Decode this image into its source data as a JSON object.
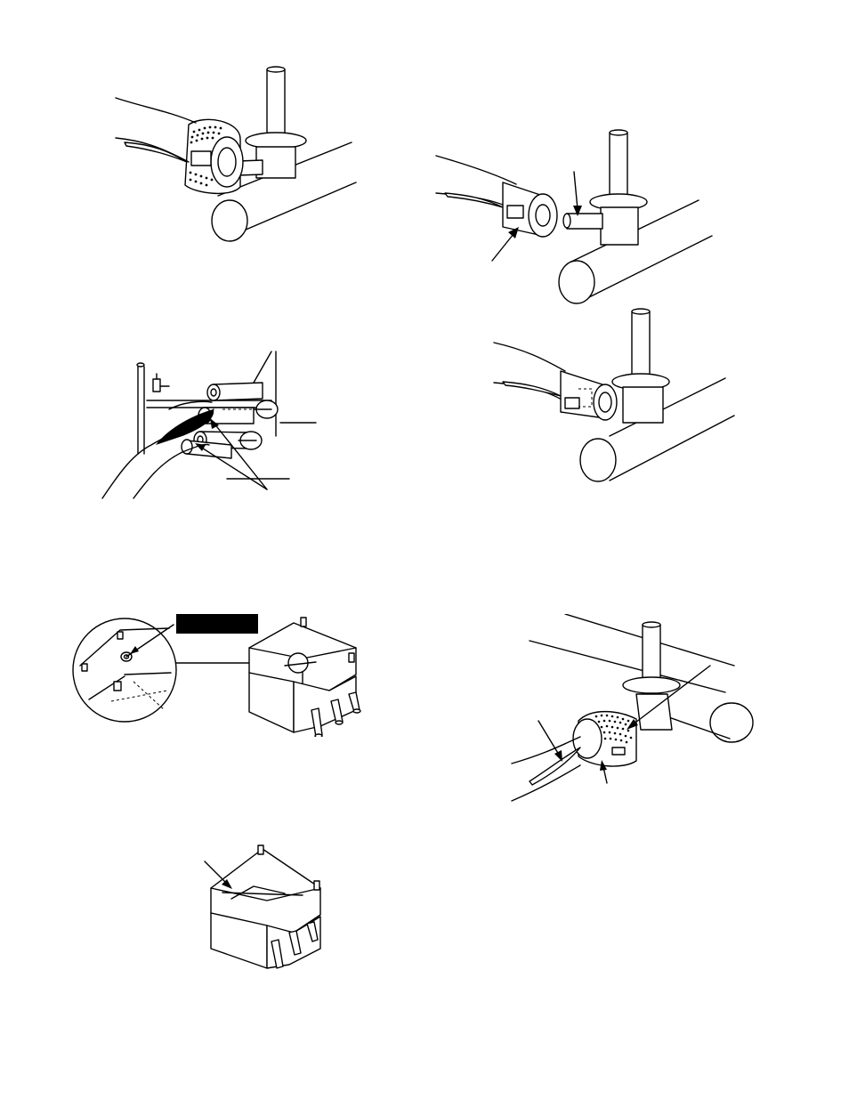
{
  "figures": [
    {
      "id": "fig1",
      "name": "burner-tube-shutter-removal",
      "labels": []
    },
    {
      "id": "fig2",
      "name": "burner-tube-aligned-to-valve-orifice",
      "labels": []
    },
    {
      "id": "fig3",
      "name": "burner-tubes-removal-from-manifold",
      "labels": []
    },
    {
      "id": "fig4",
      "name": "burner-tube-installed-on-orifice",
      "labels": []
    },
    {
      "id": "fig5",
      "name": "firebox-detail-with-callout",
      "labels": []
    },
    {
      "id": "fig6",
      "name": "air-shutter-on-burner-tube",
      "labels": []
    },
    {
      "id": "fig7",
      "name": "firebox-with-electrode-wire",
      "labels": []
    }
  ],
  "colors": {
    "ink": "#000000",
    "paper": "#ffffff"
  }
}
